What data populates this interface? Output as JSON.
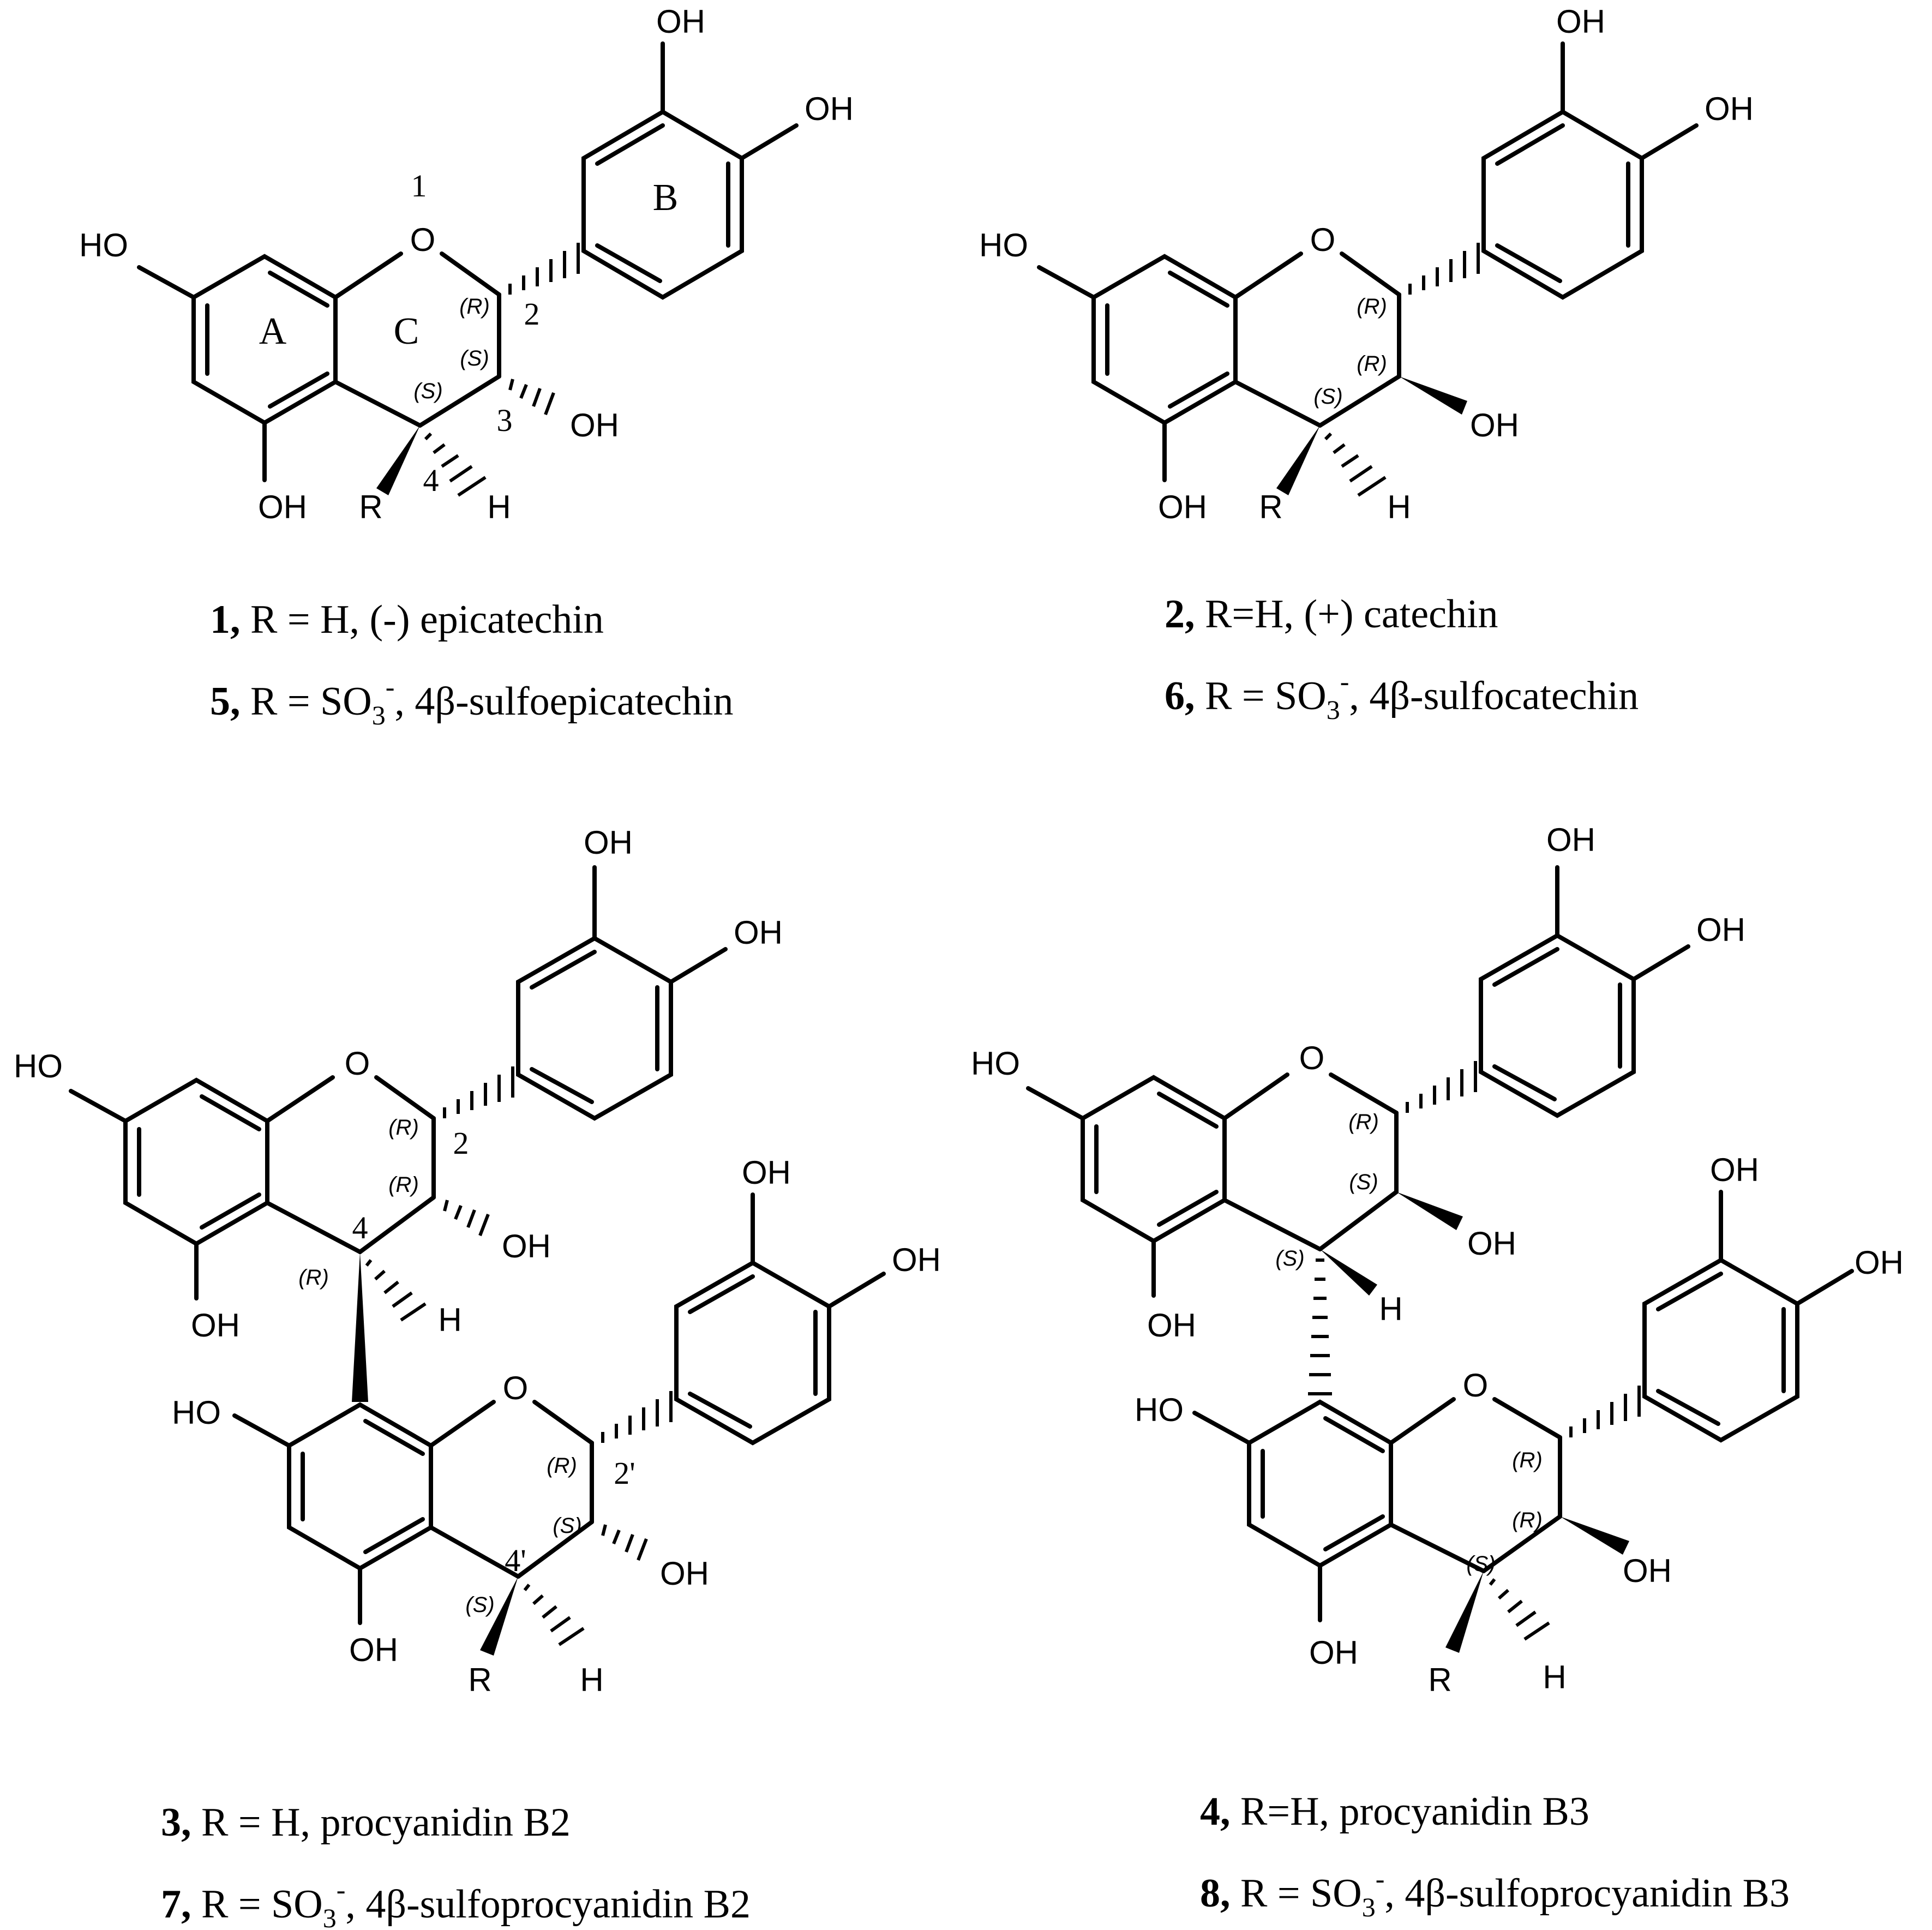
{
  "atoms": {
    "oh": "OH",
    "ho": "HO",
    "o": "O",
    "h": "H",
    "r": "R"
  },
  "ring_labels": {
    "a": "A",
    "b": "B",
    "c": "C"
  },
  "numbering": {
    "n1": "1",
    "n2": "2",
    "n3": "3",
    "n4": "4",
    "n2p": "2'",
    "n4p": "4'"
  },
  "stereo": {
    "r": "(R)",
    "s": "(S)"
  },
  "captions": {
    "c1": {
      "num": "1,",
      "text": "R = H, (-) epicatechin"
    },
    "c5": {
      "num": "5,",
      "pre": "R = SO",
      "sub": "3",
      "sup": "-",
      "post": ", 4β-sulfoepicatechin"
    },
    "c2": {
      "num": "2,",
      "text": "R=H, (+) catechin"
    },
    "c6": {
      "num": "6,",
      "pre": "R = SO",
      "sub": "3",
      "sup": "-",
      "post": ", 4β-sulfocatechin"
    },
    "c3": {
      "num": "3,",
      "text": "R = H, procyanidin B2"
    },
    "c7": {
      "num": "7,",
      "pre": "R = SO",
      "sub": "3",
      "sup": "-",
      "post": ", 4β-sulfoprocyanidin B2"
    },
    "c4": {
      "num": "4,",
      "text": "R=H, procyanidin B3"
    },
    "c8": {
      "num": "8,",
      "pre": "R = SO",
      "sub": "3",
      "sup": "-",
      "post": ", 4β-sulfoprocyanidin B3"
    }
  }
}
